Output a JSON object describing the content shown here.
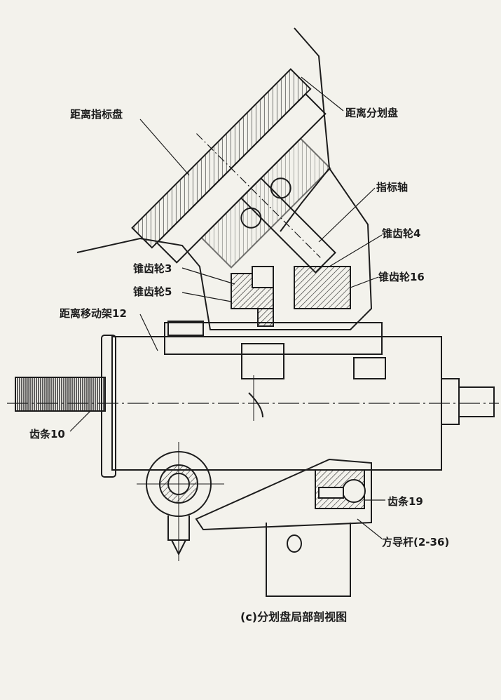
{
  "labels": {
    "distance_index_dial": "距离指标盘",
    "distance_graduated_dial": "距离分划盘",
    "index_shaft": "指标轴",
    "bevel_gear_4": "锥齿轮4",
    "bevel_gear_3": "锥齿轮3",
    "bevel_gear_16": "锥齿轮16",
    "bevel_gear_5": "锥齿轮5",
    "distance_carriage_12": "距离移动架12",
    "rack_10": "齿条10",
    "rack_19": "齿条19",
    "square_guide_rod": "方导杆(2-36)"
  },
  "caption": "(c)分划盘局部剖视图",
  "colors": {
    "ink": "#1c1c1c",
    "paper": "#f3f2ec"
  }
}
